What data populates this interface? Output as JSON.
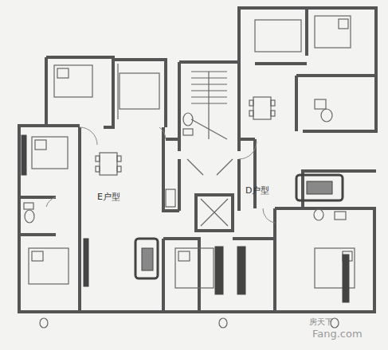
{
  "diagram": {
    "labels": [
      "E户型",
      "D户型",
      "房天下",
      "Fang.com"
    ]
  }
}
